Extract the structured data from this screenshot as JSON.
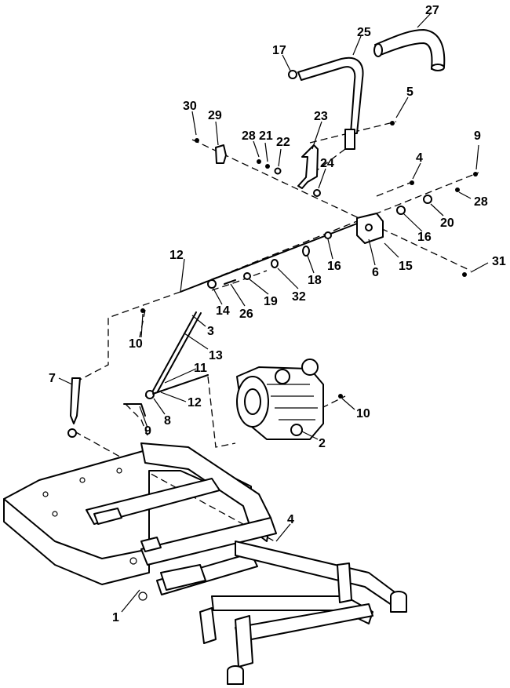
{
  "callouts": {
    "c1": "1",
    "c2": "2",
    "c3": "3",
    "c4a": "4",
    "c4b": "4",
    "c5": "5",
    "c6": "6",
    "c7": "7",
    "c8": "8",
    "c9a": "9",
    "c9b": "9",
    "c10a": "10",
    "c10b": "10",
    "c11": "11",
    "c12a": "12",
    "c12b": "12",
    "c13": "13",
    "c14": "14",
    "c15": "15",
    "c16a": "16",
    "c16b": "16",
    "c17": "17",
    "c18": "18",
    "c19": "19",
    "c20": "20",
    "c21": "21",
    "c22": "22",
    "c23": "23",
    "c24": "24",
    "c25": "25",
    "c26": "26",
    "c27": "27",
    "c28a": "28",
    "c28b": "28",
    "c29": "29",
    "c30": "30",
    "c31": "31",
    "c32": "32"
  }
}
